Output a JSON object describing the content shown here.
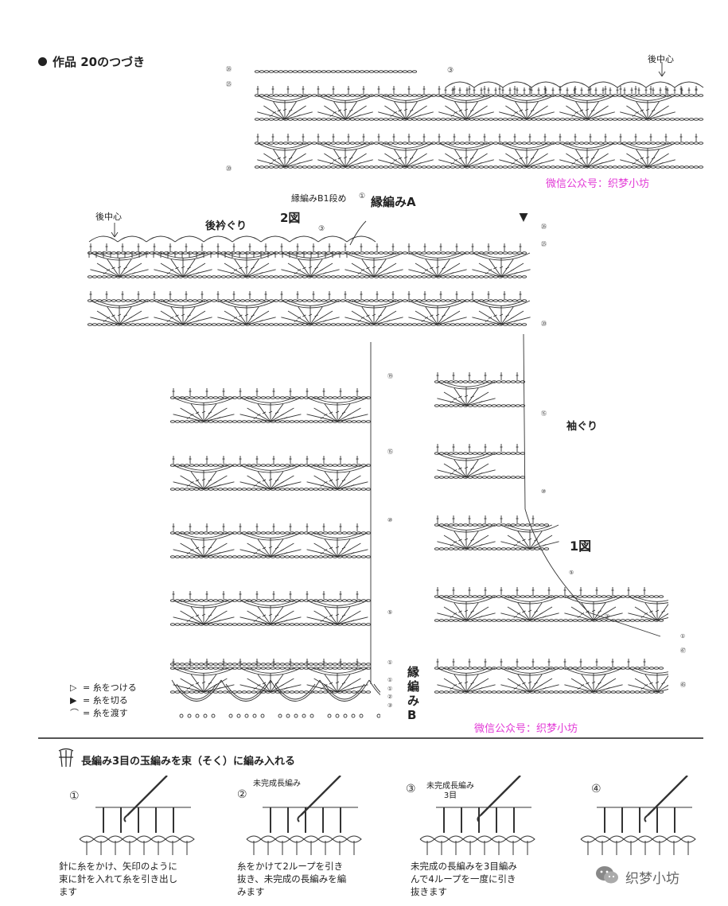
{
  "header": {
    "title": "作品 20のつづき"
  },
  "top_chart": {
    "row_labels": [
      "㉖",
      "㉕",
      "⑳"
    ],
    "marker_3": "③",
    "center_label": "後中心"
  },
  "figure2": {
    "back_center": "後中心",
    "collar_label": "後衿ぐり",
    "figure_label": "2図",
    "edge_b1_label": "縁編みB1段め",
    "edge_a_label": "縁編みA",
    "marker_1": "①",
    "marker_3": "③",
    "row_labels": [
      "㉖",
      "㉕",
      "⑳"
    ]
  },
  "figure1": {
    "armhole_label": "袖ぐり",
    "figure_label": "1図",
    "right_row_labels": [
      "⑮",
      "⑩",
      "⑤",
      "②",
      "①",
      "㊼",
      "㊺"
    ],
    "left_row_labels": [
      "⑲",
      "⑮",
      "⑩",
      "⑤",
      "①"
    ],
    "edge_b_rows": [
      "①",
      "①",
      "②",
      "③"
    ],
    "edge_b_label": "縁編みB"
  },
  "legend": {
    "items": [
      {
        "symbol": "▷",
        "text": "= 糸をつける"
      },
      {
        "symbol": "▶",
        "text": "= 糸を切る"
      },
      {
        "symbol": "⌒",
        "text": "= 糸を渡す"
      }
    ]
  },
  "watermarks": [
    "微信公众号：织梦小坊",
    "微信公众号：织梦小坊"
  ],
  "tutorial": {
    "title": "長編み3目の玉編みを束（そく）に編み入れる",
    "steps": [
      {
        "num": "①",
        "note": "",
        "caption": "針に糸をかけ、矢印のように\n束に針を入れて糸を引き出し\nます"
      },
      {
        "num": "②",
        "note": "未完成長編み",
        "caption": "糸をかけて2ループを引き\n抜き、未完成の長編みを編\nみます"
      },
      {
        "num": "③",
        "note": "未完成長編み\n3目",
        "caption": "未完成の長編みを3目編み\nんで4ループを一度に引き\n抜きます"
      },
      {
        "num": "④",
        "note": "",
        "caption": ""
      }
    ]
  },
  "brand": {
    "name": "织梦小坊",
    "icon": "wechat-icon"
  }
}
